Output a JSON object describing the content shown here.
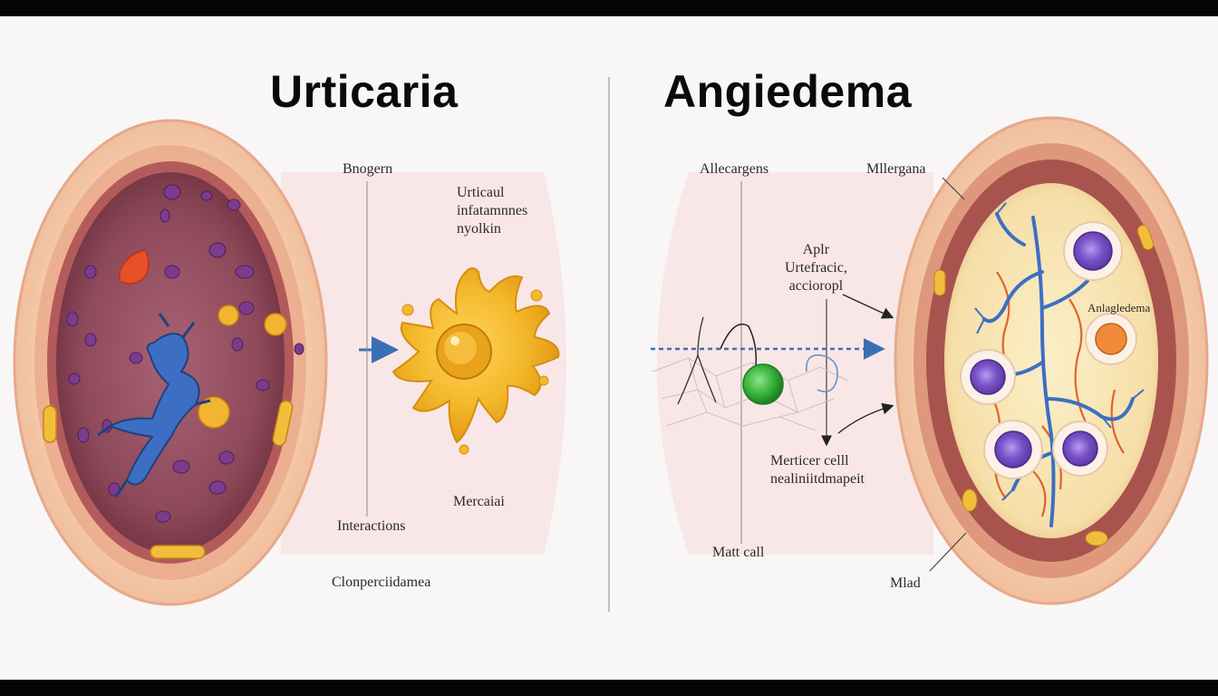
{
  "titles": {
    "left": "Urticaria",
    "right": "Angiedema"
  },
  "left_labels": {
    "bnogern": "Bnogern",
    "urticaul": "Urticaul\ninfatamnnes\nnyolkin",
    "mercaiai": "Mercaiai",
    "interactions": "Interactions",
    "cloperdamea": "Clonperciidamea"
  },
  "right_labels": {
    "allecargens": "Allecargens",
    "mllergana": "Mllergana",
    "aplr": "Aplr\nUrtefracic,\naccioropl",
    "anlagledema": "Anlagledema",
    "merticer": "Merticer celll\nnealiniitdmapeit",
    "matt_call": "Matt call",
    "mlad": "Mlad"
  },
  "colors": {
    "background": "#f8f6f6",
    "tissue_outer": "#f5c9a6",
    "tissue_inner_left": "#8e4a5a",
    "tissue_inner_right": "#f9e6b8",
    "vessel_blue": "#3c6fc4",
    "mast_cell_yellow": "#f4b92c",
    "arrow_blue": "#3b6fb5",
    "cell_purple": "#7a52c8",
    "cell_green": "#36b33a"
  },
  "icons": [
    "flow-arrow-icon",
    "mast-cell-icon",
    "blood-vessel-icon"
  ]
}
